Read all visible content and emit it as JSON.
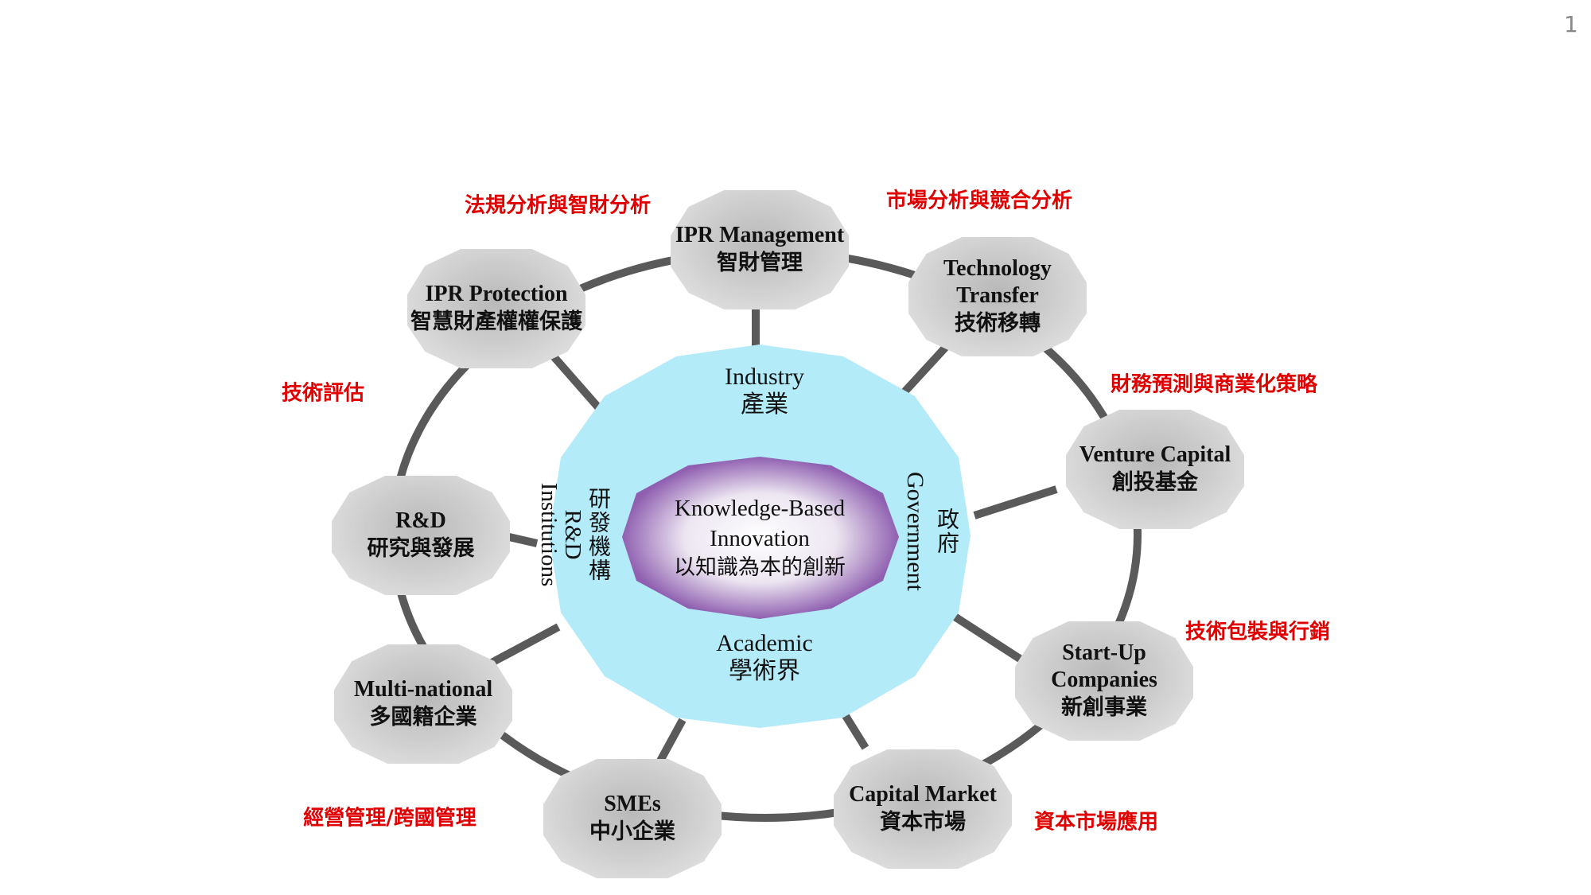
{
  "page_number": "1",
  "center": {
    "line1": "Knowledge-Based",
    "line2": "Innovation",
    "zh": "以知識為本的創新"
  },
  "sectors": {
    "industry": {
      "en": "Industry",
      "zh": "產業"
    },
    "academic": {
      "en": "Academic",
      "zh": "學術界"
    },
    "government": {
      "en": "Government",
      "zh": "政府"
    },
    "rd_institutions": {
      "en1": "R&D",
      "en2": "Institutions",
      "zh": "研發機構"
    }
  },
  "nodes": [
    {
      "en": "IPR Management",
      "zh": "智財管理"
    },
    {
      "en": "IPR Protection",
      "zh": "智慧財產權權保護"
    },
    {
      "en": "Technology",
      "en2": "Transfer",
      "zh": "技術移轉"
    },
    {
      "en": "Venture Capital",
      "zh": "創投基金"
    },
    {
      "en": "Start-Up",
      "en2": "Companies",
      "zh": "新創事業"
    },
    {
      "en": "Capital Market",
      "zh": "資本市場"
    },
    {
      "en": "SMEs",
      "zh": "中小企業"
    },
    {
      "en": "Multi-national",
      "zh": "多國籍企業"
    },
    {
      "en": "R&D",
      "zh": "研究與發展"
    }
  ],
  "annotations": [
    "法規分析與智財分析",
    "市場分析與競合分析",
    "技術評估",
    "財務預測與商業化策略",
    "技術包裝與行銷",
    "經營管理/跨國管理",
    "資本市場應用"
  ],
  "colors": {
    "annotation": "#e00000",
    "ring": "#5a5a5a",
    "sector_fill": "#b3ebf9",
    "core_edge": "#8f5fb0"
  }
}
